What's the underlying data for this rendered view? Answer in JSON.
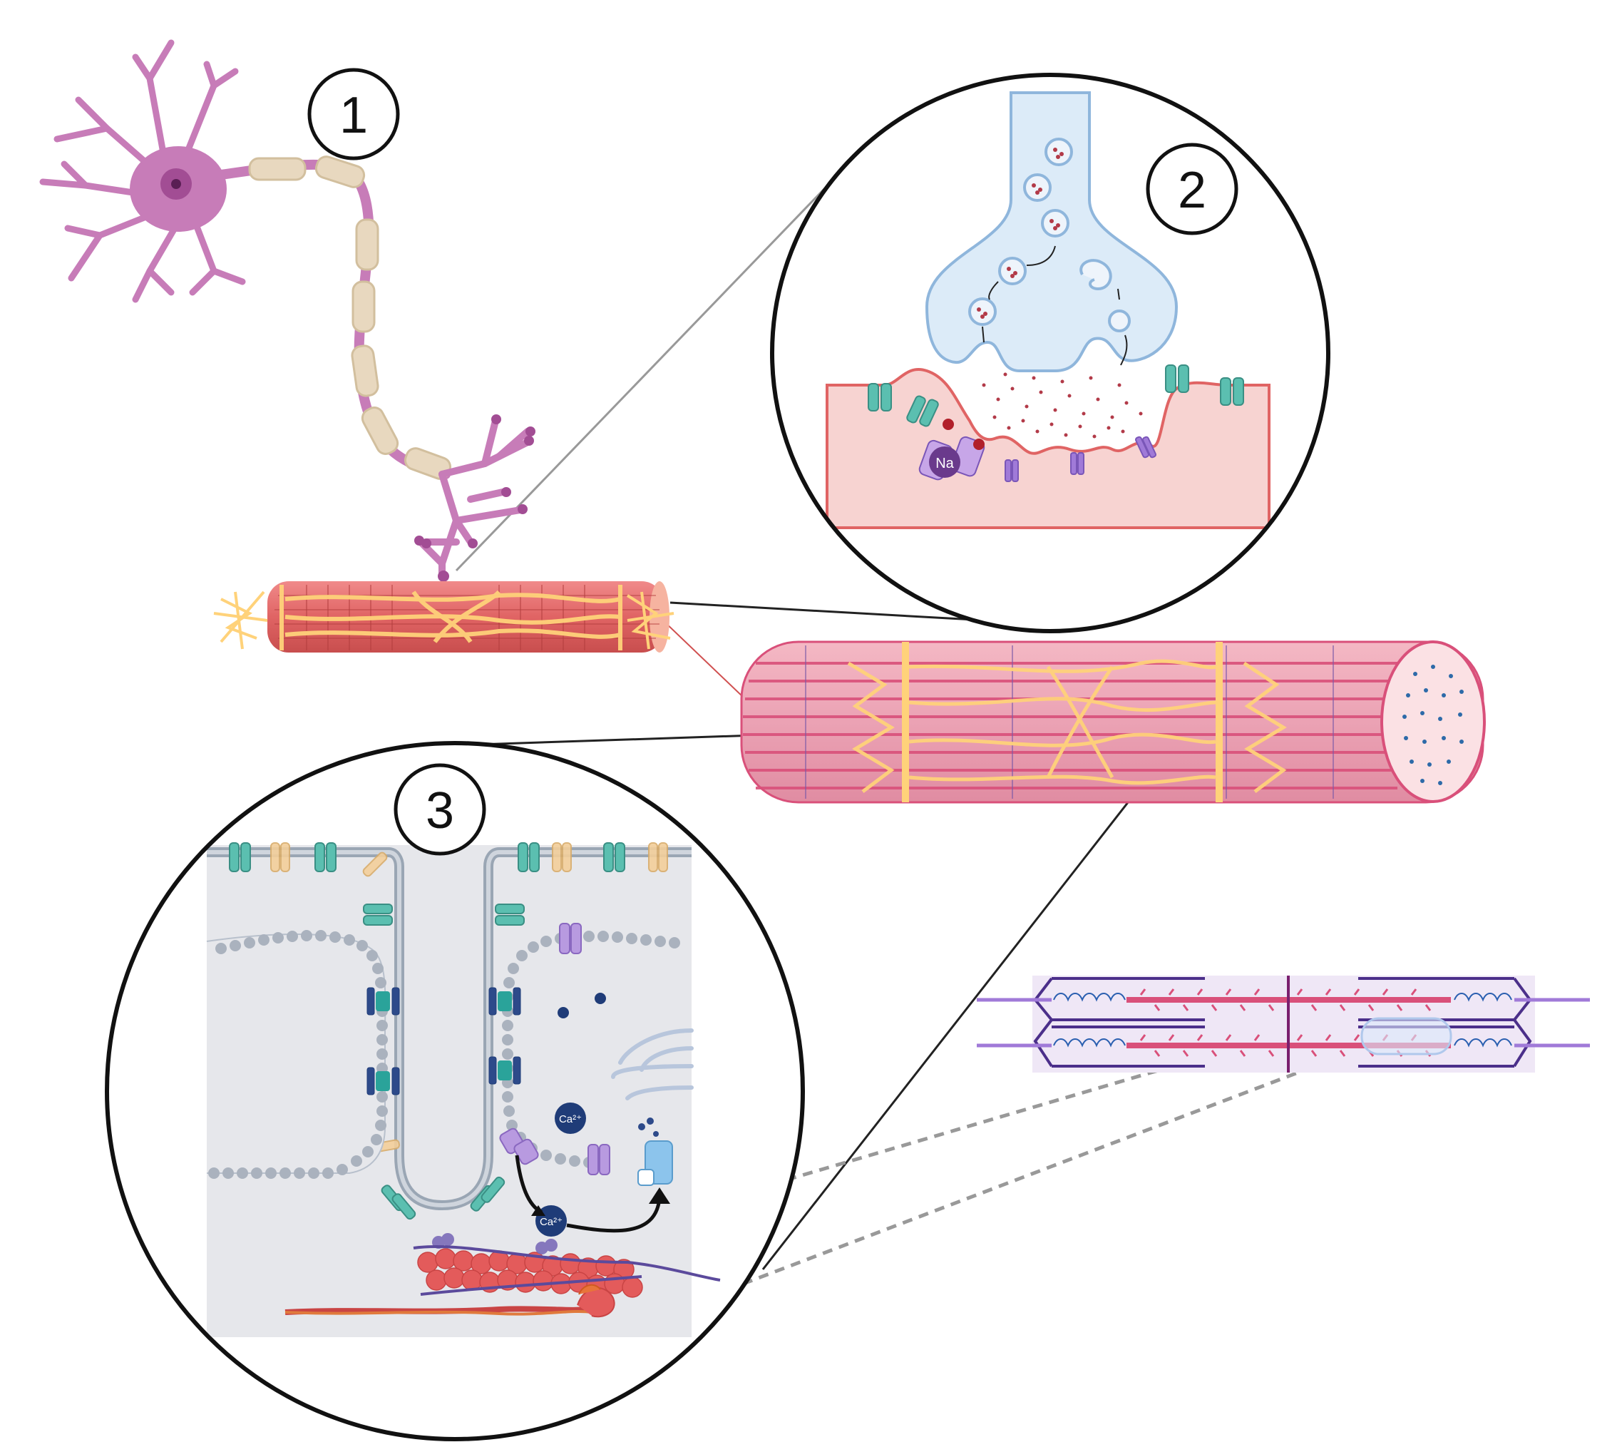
{
  "diagram": {
    "step_labels": [
      "1",
      "2",
      "3"
    ],
    "ions": {
      "sodium": "Na",
      "calcium": "Ca²⁺"
    }
  },
  "colors": {
    "neuron": "#c77cb8",
    "neuron_dark": "#a24d94",
    "myelin": "#e8d8bf",
    "vesicle": "#b8d4ec",
    "sarcolemma": "#f7d3d1",
    "muscle": "#e06464",
    "myofibril": "#d9507a",
    "t_tubule": "#ffe08a",
    "receptor": "#5bbfb0",
    "channel": "#a07ad8",
    "sr_membrane": "#9aa6b4",
    "cytoplasm": "#e6e7eb",
    "actin": "#e35b5b",
    "myosin": "#6b4e9a",
    "calcium_ion": "#1f3c78",
    "outline": "#111111"
  }
}
